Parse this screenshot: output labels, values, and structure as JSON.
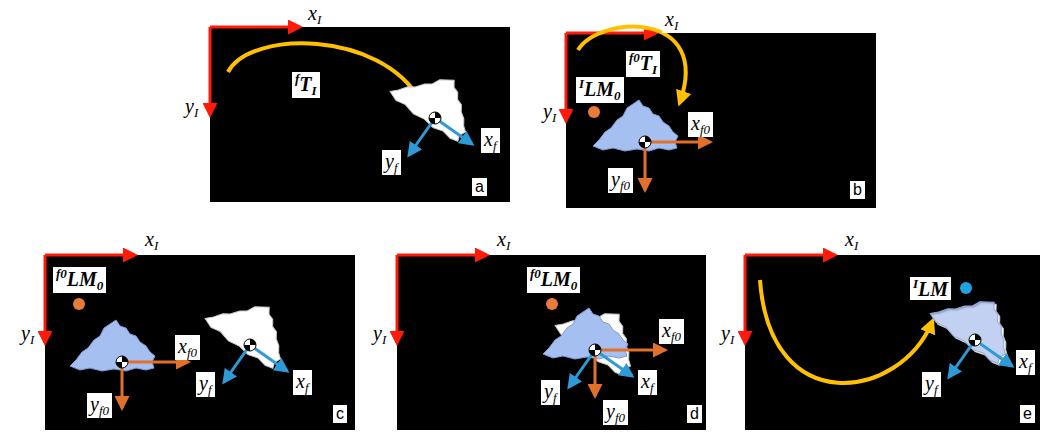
{
  "diagram": {
    "nodes": [
      {
        "text": [
          "fTI",
          "xf",
          "yf",
          "a"
        ]
      },
      {
        "text": [
          "ILM0",
          "f0TI",
          "xf0",
          "yf0",
          "b"
        ]
      },
      {
        "text": [
          "f0LM0",
          "xf0",
          "yf0",
          "yf",
          "xf",
          "c"
        ]
      },
      {
        "text": [
          "f0LM0",
          "xf0",
          "yf0",
          "yf",
          "xf",
          "d"
        ]
      },
      {
        "text": [
          "ILM",
          "yf",
          "xf",
          "e"
        ]
      }
    ],
    "labels": [
      "xI",
      "yI",
      "xI",
      "yI",
      "xI",
      "yI",
      "xI",
      "yI",
      "xI",
      "yI"
    ]
  }
}
